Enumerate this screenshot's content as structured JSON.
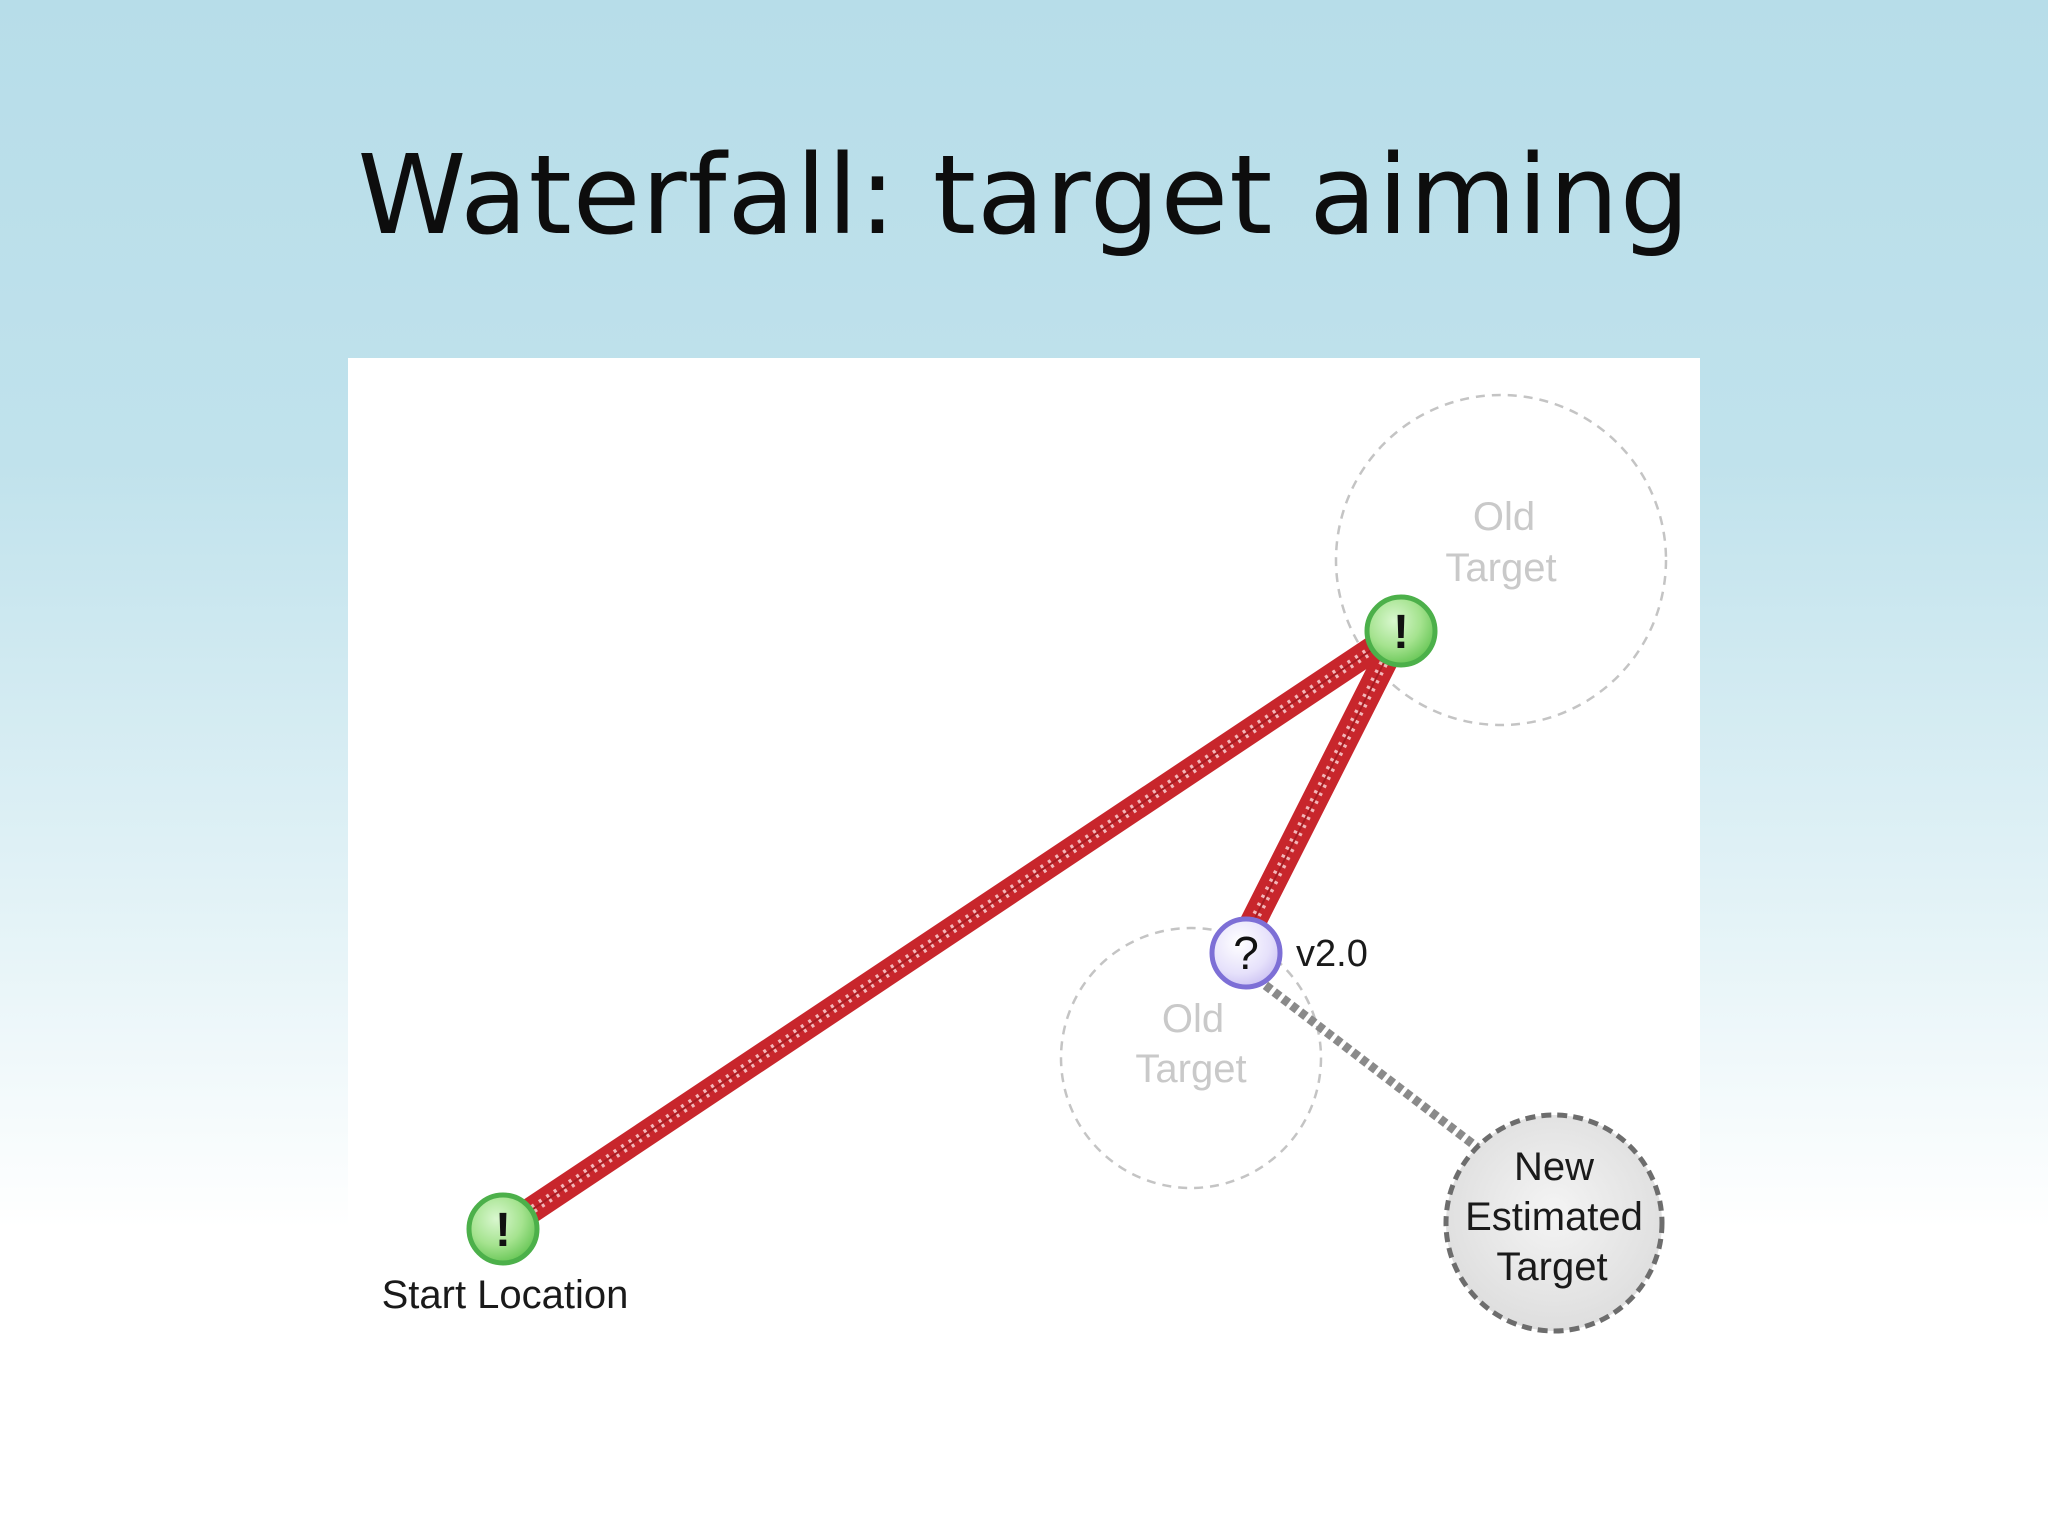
{
  "slide": {
    "title": "Waterfall: target aiming"
  },
  "diagram": {
    "nodes": {
      "start": {
        "symbol": "!",
        "label": "Start Location"
      },
      "top": {
        "symbol": "!"
      },
      "version": {
        "symbol": "?",
        "label": "v2.0"
      }
    },
    "old_target_top": {
      "line1": "Old",
      "line2": "Target"
    },
    "old_target_mid": {
      "line1": "Old",
      "line2": "Target"
    },
    "new_target": {
      "line1": "New",
      "line2": "Estimated",
      "line3": "Target"
    },
    "colors": {
      "path_red": "#c8262c",
      "path_stitch": "#f2b8ba",
      "node_green": "#4ec14e",
      "node_green_light": "#bff0b3",
      "node_purple": "#7d6fd6",
      "node_purple_light": "#e9e5fb",
      "dashed_gray": "#bdbdbd",
      "ghost_text": "#c8c8c8",
      "new_target_fill": "#e6e6e6",
      "dark_dash": "#707070"
    }
  }
}
